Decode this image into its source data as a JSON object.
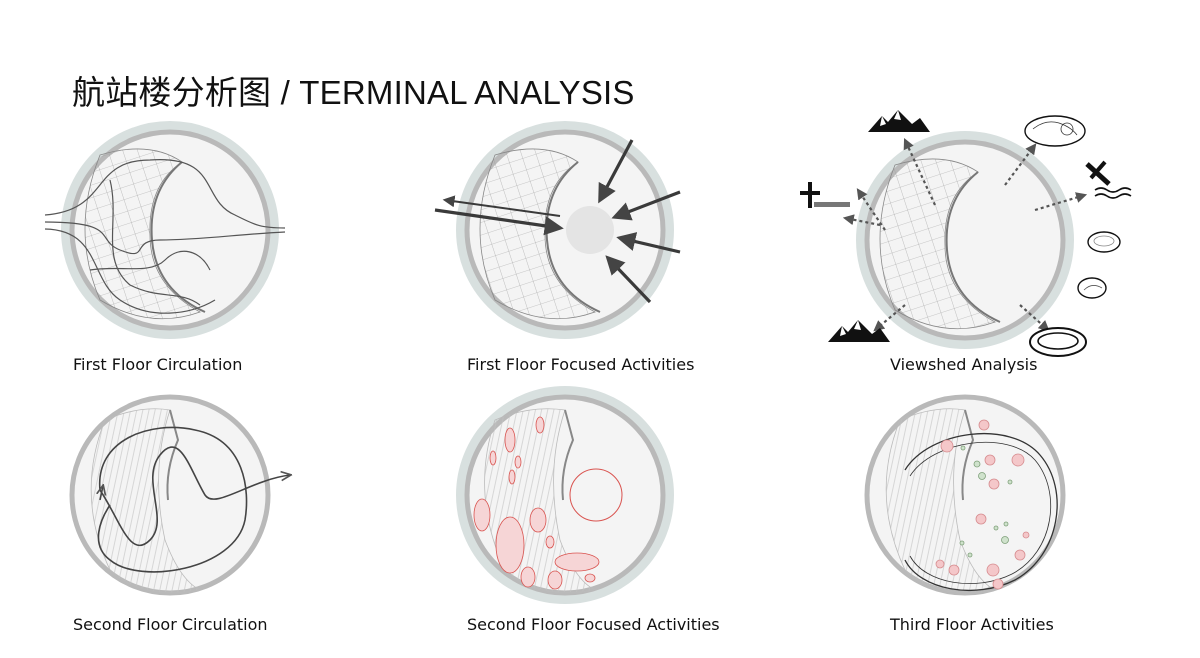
{
  "title": "航站楼分析图 / TERMINAL ANALYSIS",
  "captions": [
    "First Floor Circulation",
    "First Floor Focused Activities",
    "Viewshed Analysis",
    "Second Floor Circulation",
    "Second Floor Focused Activities",
    "Third Floor Activities"
  ],
  "icons": [
    "mountain-icon",
    "mountain-icon",
    "airplane-icon",
    "lake-icon",
    "seaplane-icon",
    "pond-icon",
    "pond-icon",
    "ring-icon"
  ],
  "colors": {
    "ring": "#bdbdbd",
    "ring_halo": "#d8e0df",
    "floor_fill": "#f1f1f1",
    "line": "#444444",
    "focus_red": "#d9534f",
    "pink_dot": "#f4c7c9",
    "green_dot": "#cfe2cc"
  }
}
